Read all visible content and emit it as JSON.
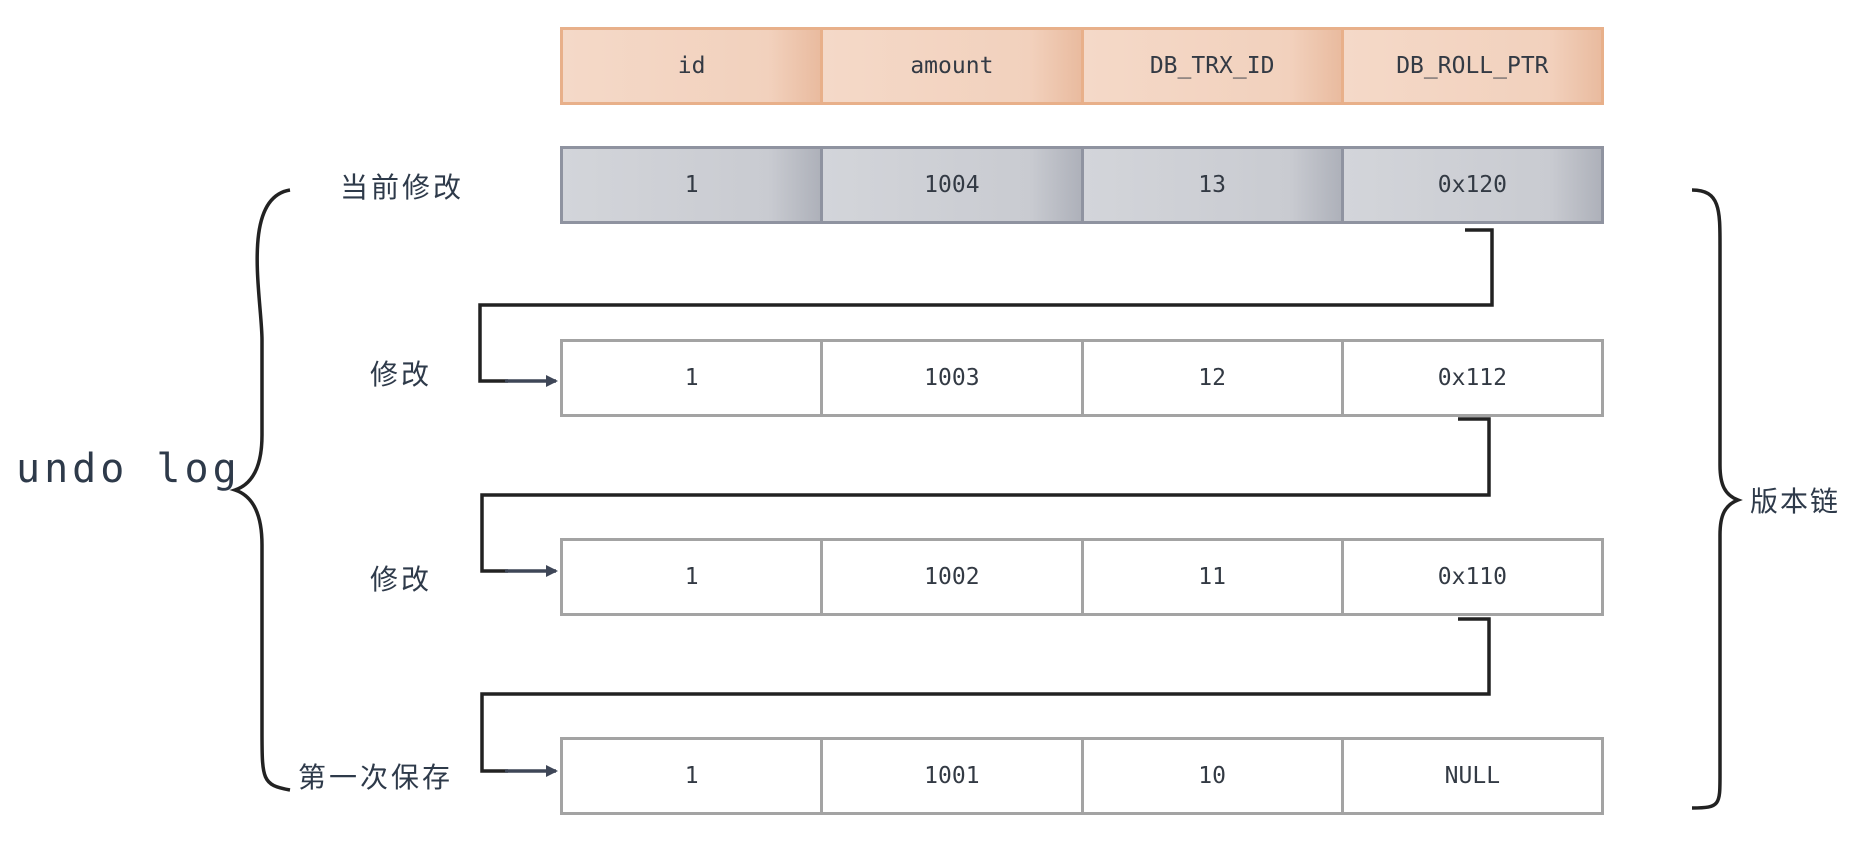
{
  "header": {
    "columns": [
      "id",
      "amount",
      "DB_TRX_ID",
      "DB_ROLL_PTR"
    ]
  },
  "rows": [
    {
      "label": "当前修改",
      "cells": [
        "1",
        "1004",
        "13",
        "0x120"
      ]
    },
    {
      "label": "修改",
      "cells": [
        "1",
        "1003",
        "12",
        "0x112"
      ]
    },
    {
      "label": "修改",
      "cells": [
        "1",
        "1002",
        "11",
        "0x110"
      ]
    },
    {
      "label": "第一次保存",
      "cells": [
        "1",
        "1001",
        "10",
        "NULL"
      ]
    }
  ],
  "left_brace_label": "undo log",
  "right_brace_label": "版本链",
  "colors": {
    "header_fill": "#f2d1bd",
    "header_border": "#e8b08a",
    "current_fill": "#c9cbd1",
    "current_border": "#8f93a0",
    "row_border": "#a3a3a3",
    "line": "#222222",
    "arrow": "#3e4657"
  }
}
